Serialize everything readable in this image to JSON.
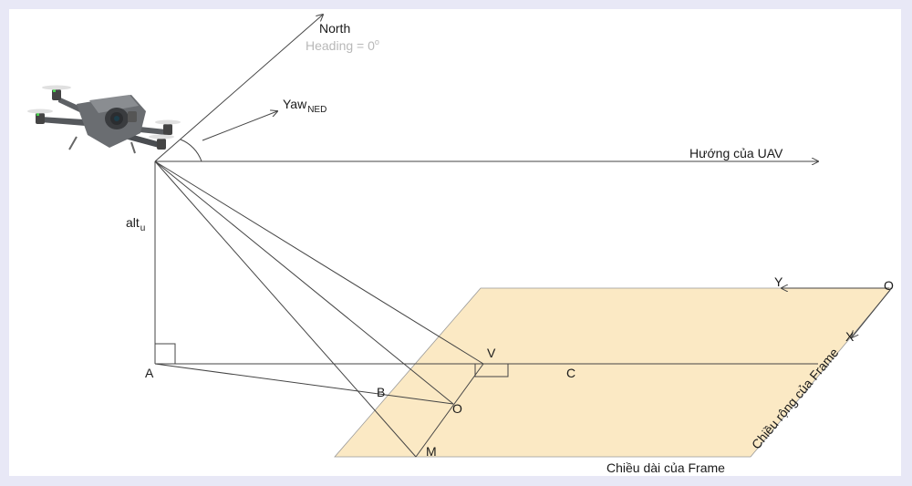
{
  "labels": {
    "north": "North",
    "heading": "Heading = 0",
    "heading_degree": "o",
    "yaw": "Yaw",
    "yaw_sub": "NED",
    "uav_direction": "Hướng của UAV",
    "alt": "alt",
    "alt_sub": "u",
    "a": "A",
    "b": "B",
    "c": "C",
    "v": "V",
    "o_center": "O",
    "m": "M",
    "o_corner": "O",
    "y_axis": "Y",
    "x_axis": "X",
    "frame_width": "Chiều rộng của Frame",
    "frame_length": "Chiều dài của Frame"
  },
  "colors": {
    "background": "#e8e8f6",
    "canvas": "#ffffff",
    "frame_fill": "#fbe9c4",
    "line": "#444444",
    "heading_text": "#b8b8b8"
  },
  "icons": {
    "uav": "drone-icon"
  }
}
